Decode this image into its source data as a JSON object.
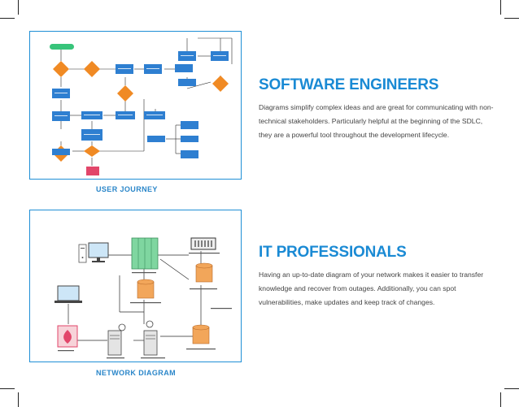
{
  "sections": [
    {
      "caption": "USER JOURNEY",
      "heading": "SOFTWARE ENGINEERS",
      "body": "Diagrams simplify complex ideas and are great for communicating with non-technical stakeholders. Particularly helpful at the beginning of the SDLC, they are a powerful tool throughout the development lifecycle."
    },
    {
      "caption": "NETWORK DIAGRAM",
      "heading": "IT PROFESSIONALS",
      "body": "Having an up-to-date diagram of your network makes it easier to transfer knowledge and recover from outages. Additionally, you can spot vulnerabilities, make updates and keep track of changes."
    }
  ],
  "colors": {
    "accent": "#1a8ad4",
    "flow_box": "#2e7fd1",
    "flow_decision": "#f08a24",
    "flow_start": "#37c47a",
    "flow_end": "#e2466a",
    "server_green": "#7fd6a0",
    "db_orange": "#f2a65a"
  }
}
